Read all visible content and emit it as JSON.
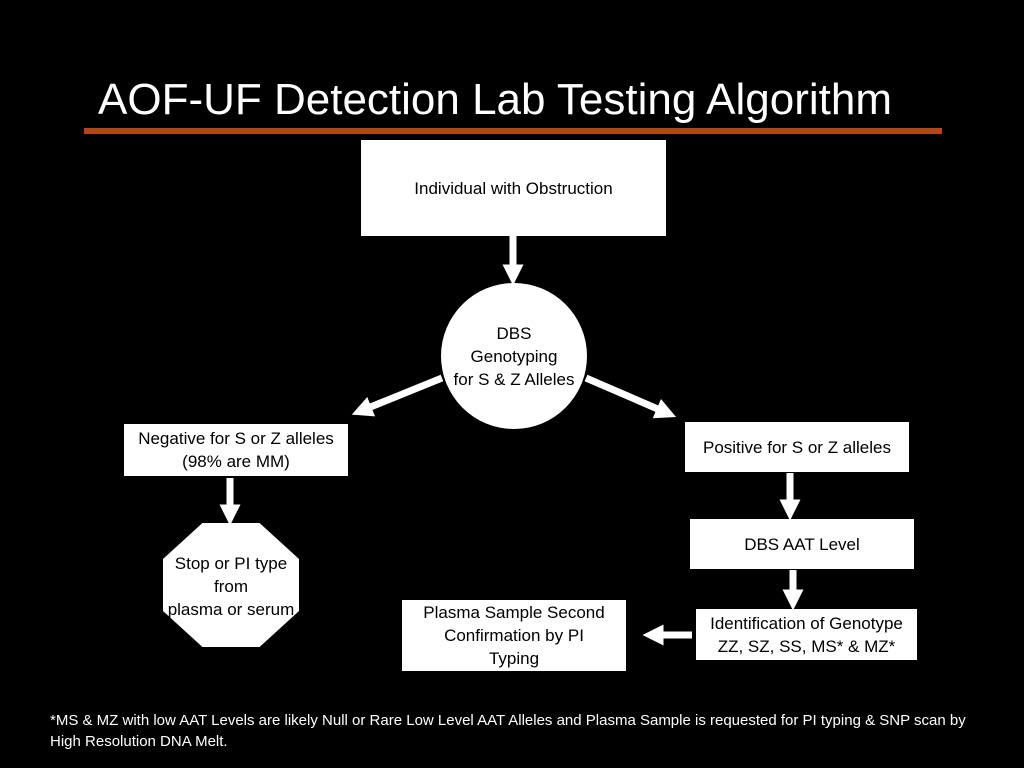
{
  "title": "AOF-UF Detection Lab Testing Algorithm",
  "colors": {
    "background": "#000000",
    "title_rule": "#b5451b",
    "node_fill": "#ffffff",
    "arrow": "#ffffff"
  },
  "nodes": {
    "start": "Individual with Obstruction",
    "genotyping": "DBS\nGenotyping\nfor S & Z Alleles",
    "negative": "Negative for S or Z alleles\n(98% are MM)",
    "positive": "Positive for S or Z alleles",
    "stop": "Stop or PI type\nfrom\nplasma or serum",
    "aat_level": "DBS AAT Level",
    "identification": "Identification of Genotype\nZZ, SZ, SS, MS* & MZ*",
    "plasma_confirm": "Plasma Sample Second\nConfirmation by PI\nTyping"
  },
  "footnote": "*MS & MZ with low AAT Levels are likely Null or Rare Low Level AAT Alleles and Plasma Sample is requested for PI typing & SNP scan by High Resolution DNA Melt."
}
